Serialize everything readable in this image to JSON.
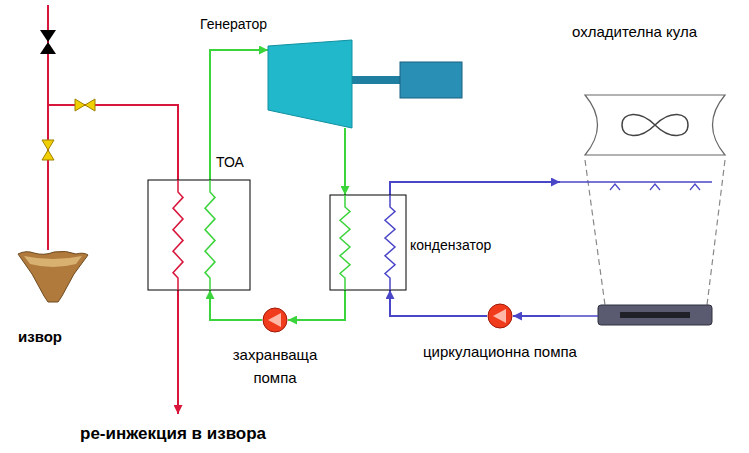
{
  "diagram": {
    "nodes": [
      {
        "text": [
          "Генератор"
        ]
      },
      {
        "text": [
          "охладителна кула"
        ]
      },
      {
        "text": [
          "ТОА"
        ]
      },
      {
        "text": [
          "кондензатор"
        ]
      },
      {
        "text": [
          "извор"
        ]
      },
      {
        "text": [
          "захранваща помпа"
        ]
      },
      {
        "text": [
          "циркулационна помпа"
        ]
      }
    ],
    "edges": [
      {
        "from": 4,
        "to": 2,
        "arrow": "none"
      },
      {
        "from": 2,
        "to": 0,
        "arrow": "to"
      },
      {
        "from": 0,
        "to": 3,
        "arrow": "to"
      },
      {
        "from": 3,
        "to": 5,
        "arrow": "to"
      },
      {
        "from": 5,
        "to": 2,
        "arrow": "to"
      },
      {
        "from": 3,
        "to": 1,
        "arrow": "to"
      },
      {
        "from": 1,
        "to": 6,
        "arrow": "to"
      },
      {
        "from": 6,
        "to": 3,
        "arrow": "to"
      }
    ],
    "labels": [
      "ре-инжекция в извора"
    ]
  }
}
